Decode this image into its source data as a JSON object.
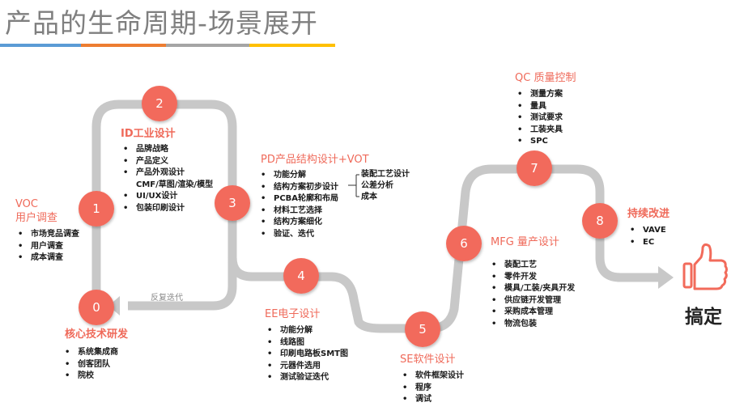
{
  "header": {
    "title": "产品的生命周期-场景展开",
    "bar_colors": [
      "#5b9bd5",
      "#ed7d31",
      "#a5a5a5",
      "#ffc000"
    ]
  },
  "colors": {
    "node": "#f26b5b",
    "path": "#c8c8c8",
    "accent": "#ef6a5a"
  },
  "nodes": [
    "0",
    "1",
    "2",
    "3",
    "4",
    "5",
    "6",
    "7",
    "8"
  ],
  "iteration_label": "反复迭代",
  "sections": {
    "core": {
      "title": "核心技术研发",
      "items": [
        "系统集成商",
        "创客团队",
        "院校"
      ]
    },
    "voc": {
      "title_1": "VOC",
      "title_2": "用户调查",
      "items": [
        "市场竞品调查",
        "用户调查",
        "成本调查"
      ]
    },
    "id": {
      "title": "ID工业设计",
      "items": [
        "品牌战略",
        "产品定义",
        "产品外观设计",
        "CMF/草图/渲染/模型",
        "UI/UX设计",
        "包装印刷设计"
      ]
    },
    "pd": {
      "title": "PD产品结构设计+VOT",
      "items": [
        "功能分解",
        "结构方案初步设计",
        "PCBA轮廓和布局",
        "材料工艺选择",
        "结构方案细化",
        "验证、迭代"
      ],
      "sub_items": [
        "装配工艺设计",
        "公差分析",
        "成本"
      ]
    },
    "ee": {
      "title": "EE电子设计",
      "items": [
        "功能分解",
        "线路图",
        "印刷电路板SMT图",
        "元器件选用",
        "测试验证迭代"
      ]
    },
    "se": {
      "title": "SE软件设计",
      "items": [
        "软件框架设计",
        "程序",
        "调试"
      ]
    },
    "mfg": {
      "title": "MFG 量产设计",
      "items": [
        "装配工艺",
        "零件开发",
        "模具/工装/夹具开发",
        "供应链开发管理",
        "采购成本管理",
        "物流包装"
      ]
    },
    "qc": {
      "title": "QC 质量控制",
      "items": [
        "测量方案",
        "量具",
        "测试要求",
        "工装夹具",
        "SPC"
      ]
    },
    "ci": {
      "title": "持续改进",
      "items": [
        "VAVE",
        "EC"
      ]
    }
  },
  "final_label": "搞定",
  "thumbs_icon": "thumbs-up-icon"
}
